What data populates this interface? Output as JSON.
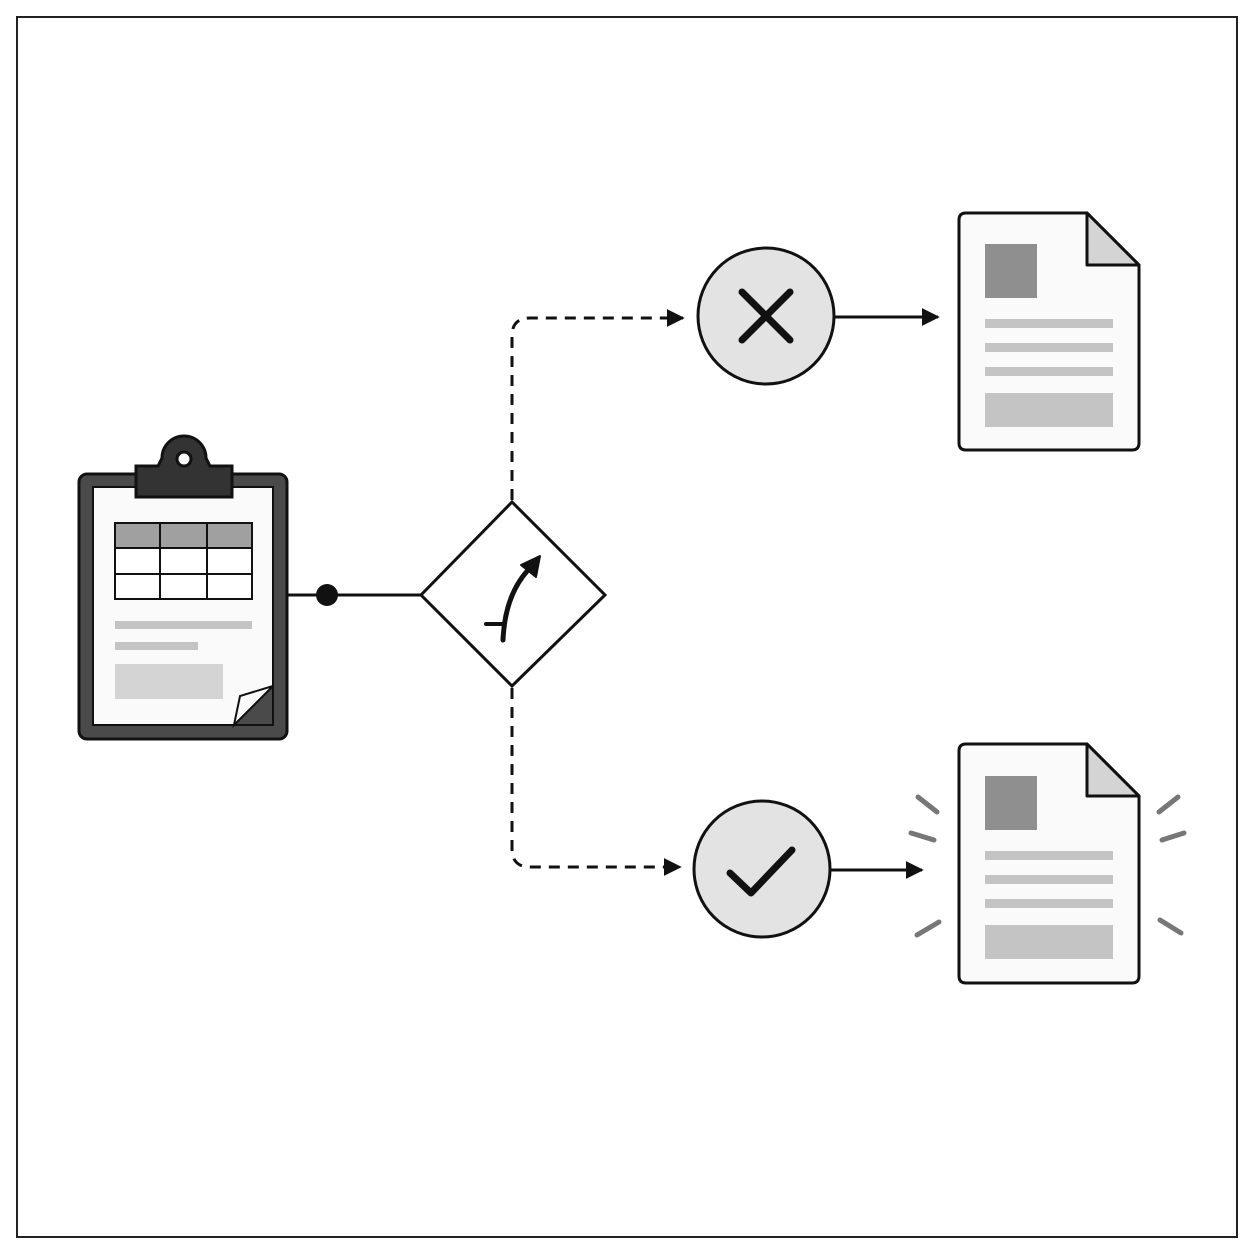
{
  "diagram": {
    "type": "decision-flow",
    "nodes": [
      {
        "id": "source",
        "kind": "clipboard-form",
        "icon": "clipboard-icon"
      },
      {
        "id": "decision",
        "kind": "decision-diamond",
        "icon": "curved-arrow-icon"
      },
      {
        "id": "reject",
        "kind": "status-circle",
        "icon": "x-icon"
      },
      {
        "id": "approve",
        "kind": "status-circle",
        "icon": "check-icon"
      },
      {
        "id": "rejected-doc",
        "kind": "document",
        "icon": "document-icon"
      },
      {
        "id": "approved-doc",
        "kind": "document",
        "icon": "document-icon",
        "highlighted": true
      }
    ],
    "edges": [
      {
        "from": "source",
        "to": "decision",
        "style": "solid"
      },
      {
        "from": "decision",
        "to": "reject",
        "style": "dashed"
      },
      {
        "from": "decision",
        "to": "approve",
        "style": "dashed"
      },
      {
        "from": "reject",
        "to": "rejected-doc",
        "style": "solid"
      },
      {
        "from": "approve",
        "to": "approved-doc",
        "style": "solid"
      }
    ]
  },
  "colors": {
    "stroke": "#111111",
    "frame": "#222222",
    "circle_fill": "#e3e3e3",
    "dark_fill": "#4a4a4a",
    "mid_gray": "#8f8f8f",
    "light_gray": "#c4c4c4",
    "lighter_gray": "#d4d4d4",
    "paper": "#fafafa",
    "ray": "#777777"
  }
}
